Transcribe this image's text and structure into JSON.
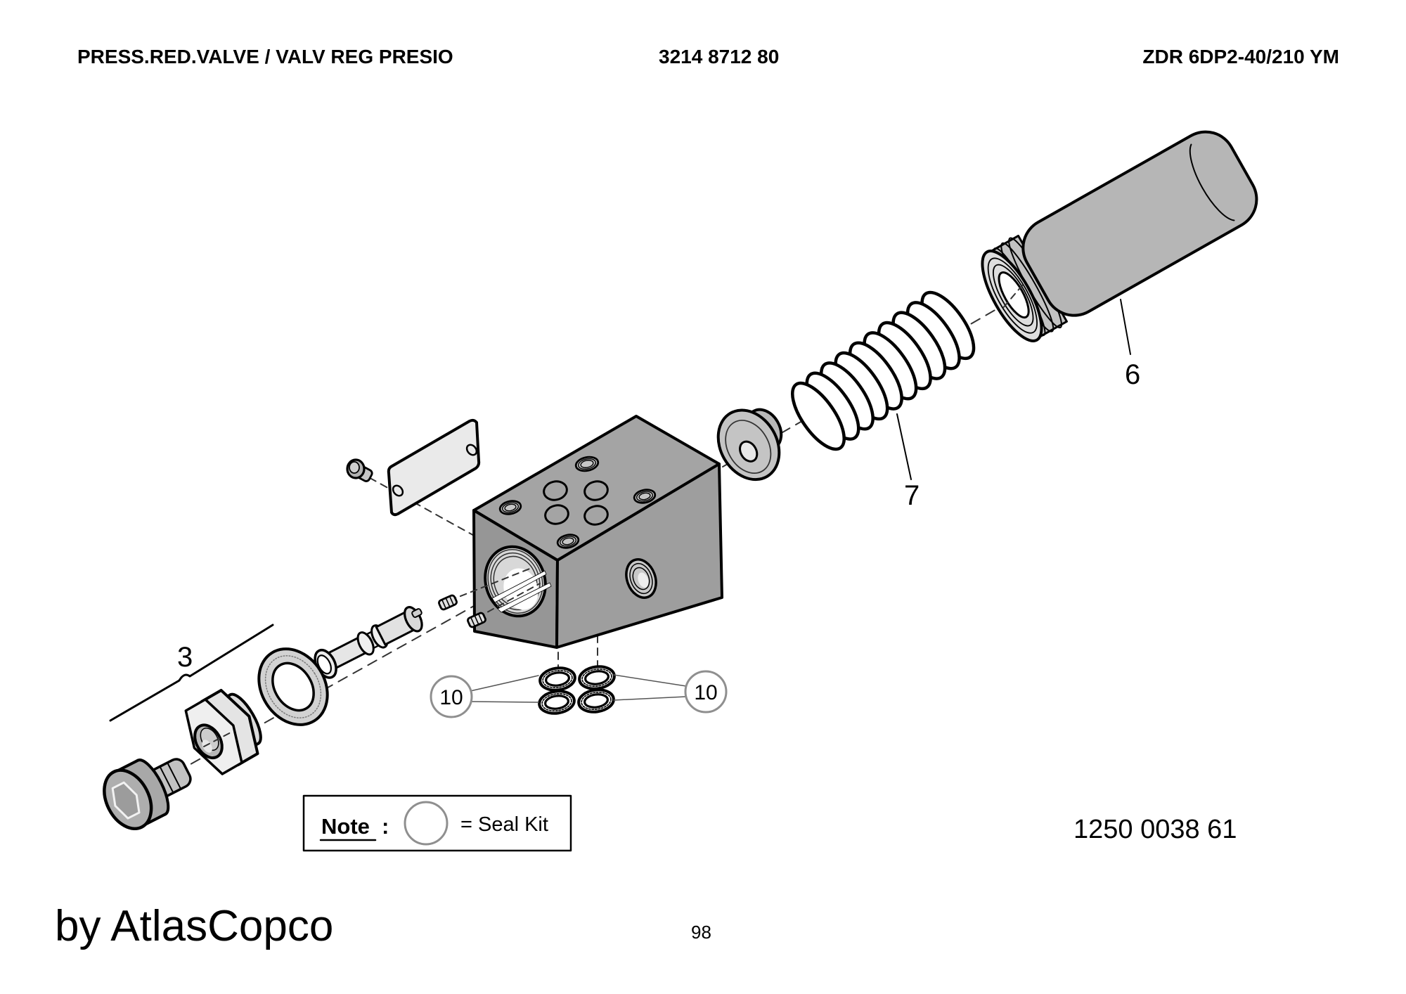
{
  "header": {
    "title": "PRESS.RED.VALVE / VALV REG PRESIO",
    "document_number": "3214 8712 80",
    "model_code": "ZDR 6DP2-40/210 YM"
  },
  "callouts": {
    "group3": "3",
    "item6": "6",
    "item7": "7",
    "item10_left": "10",
    "item10_right": "10"
  },
  "note": {
    "label": "Note",
    "colon": ":",
    "definition": "= Seal Kit"
  },
  "footer": {
    "seal_kit_number": "1250 0038 61",
    "brand": "by AtlasCopco",
    "page": "98"
  },
  "colors": {
    "background": "#ffffff",
    "outline": "#000000",
    "block_top": "#a4a4a4",
    "block_left": "#969696",
    "block_right": "#9e9e9e",
    "cylinder_body": "#b6b6b6",
    "cylinder_face": "#dedede",
    "part_light": "#e8e8e8",
    "part_mid": "#c2c2c2",
    "bolt_head": "#a8a8a8",
    "callout_circle": "#8f8f8f",
    "leader_line": "#555555"
  }
}
